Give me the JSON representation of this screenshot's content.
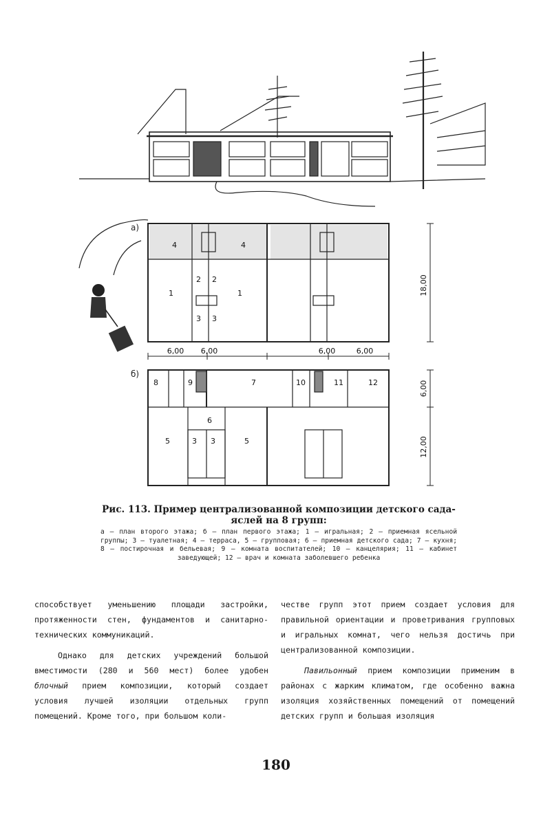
{
  "figure": {
    "plan_a_label": "а)",
    "plan_b_label": "б)",
    "dimensions": {
      "bay_left": "6,00",
      "bay_left_inner": "6,00",
      "bay_right_inner": "6,00",
      "bay_right": "6,00",
      "height_a": "18,00",
      "height_b_top": "6,00",
      "height_b_bottom": "12,00"
    },
    "room_labels_a": [
      "4",
      "4",
      "1",
      "1",
      "2",
      "2",
      "3",
      "3"
    ],
    "room_labels_b": [
      "8",
      "9",
      "7",
      "10",
      "11",
      "12",
      "6",
      "5",
      "5",
      "3",
      "3"
    ]
  },
  "caption": {
    "title": "Рис. 113. Пример централизованной композиции детского сада-яслей на 8 групп:",
    "legend": "а — план второго этажа; б — план первого этажа; 1 — игральная; 2 — приемная ясельной группы; 3 — туалетная; 4 — терраса, 5 — групповая; 6 — приемная детского сада; 7 — кухня; 8 — постирочная и бельевая; 9 — комната воспитателей; 10 — канцелярия; 11 — кабинет заведующей; 12 — врач и комната заболевшего ребенка"
  },
  "text": {
    "left_p1": "способствует уменьшению площади застройки, протяженности стен, фундаментов и санитарно-технических коммуникаций.",
    "left_p2_a": "Однако для детских учреждений большой вместимости (280 и 560 мест) более удобен ",
    "left_p2_em": "блочный",
    "left_p2_b": " прием композиции, который создает условия лучшей изоляции отдельных групп помещений. Кроме того, при большом коли-",
    "right_p1": "честве групп этот прием создает условия для правильной ориентации и проветривания групповых и игральных комнат, чего нельзя достичь при централизованной композиции.",
    "right_p2_em": "Павильонный",
    "right_p2_b": " прием композиции применим в районах с жарким климатом, где особенно важна изоляция хозяйственных помещений от помещений детских групп и большая изоляция"
  },
  "page_number": "180"
}
